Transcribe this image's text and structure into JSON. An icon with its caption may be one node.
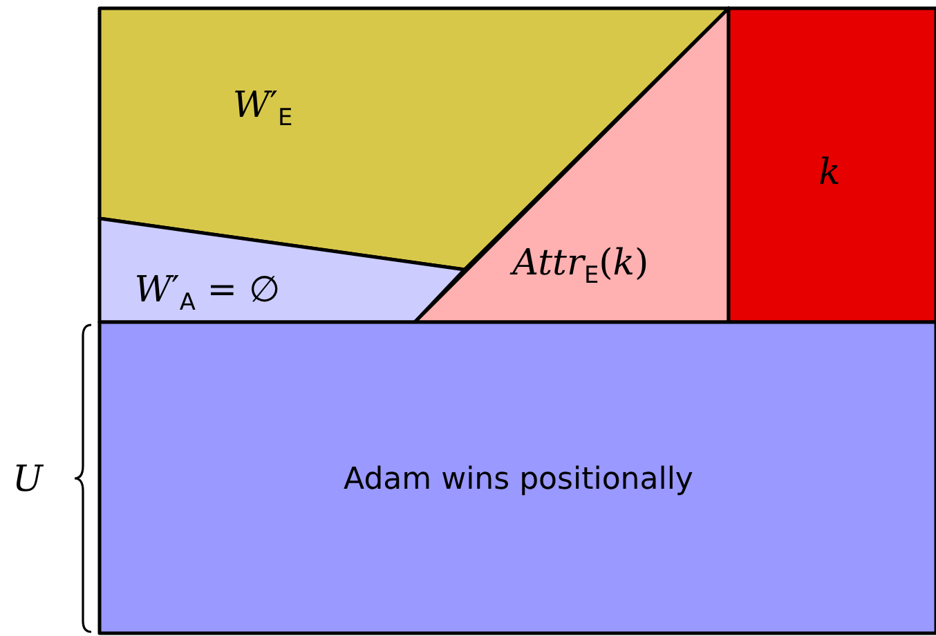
{
  "diagram": {
    "nodes": [
      {
        "text": [
          "*W*′$_{E}$"
        ]
      },
      {
        "text": [
          "*W*′$_{A}$ = ∅"
        ]
      },
      {
        "text": [
          "*Attr*$_{E}$(*k*)"
        ]
      },
      {
        "text": [
          "k"
        ]
      },
      {
        "text": [
          "Adam wins positionally"
        ]
      }
    ],
    "labels": [
      "U"
    ]
  }
}
